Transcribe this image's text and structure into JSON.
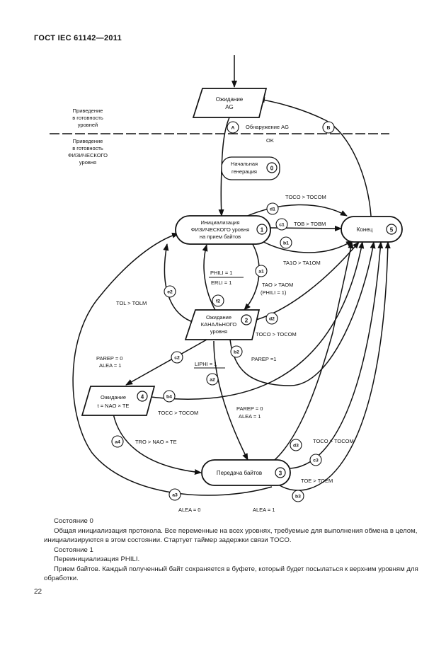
{
  "header": {
    "title": "ГОСТ IEC 61142—2011"
  },
  "diagram": {
    "zone_labels": {
      "upper": [
        "Приведение",
        "в готовность",
        "уровней"
      ],
      "lower": [
        "Приведение",
        "в готовность",
        "ФИЗИЧЕСКОГО",
        "уровня"
      ]
    },
    "states": {
      "ag": {
        "lines": [
          "Ожидание",
          "AG"
        ]
      },
      "s0": {
        "lines": [
          "Начальная",
          "генерация"
        ],
        "num": "0"
      },
      "s1": {
        "lines": [
          "Инициализация",
          "ФИЗИЧЕСКОГО уровня",
          "на прием байтов"
        ],
        "num": "1"
      },
      "s2": {
        "lines": [
          "Ожидание",
          "КАНАЛЬНОГО",
          "уровня"
        ],
        "num": "2"
      },
      "s4": {
        "lines": [
          "Ожидание",
          "t = NAO × TE"
        ],
        "num": "4"
      },
      "s3": {
        "lines": [
          "Передача байтов"
        ],
        "num": "3"
      },
      "s5": {
        "lines": [
          "Конец"
        ],
        "num": "5"
      }
    },
    "transitions": {
      "A": "A",
      "B": "B",
      "d1": "d1",
      "c1": "c1",
      "b1": "b1",
      "a1": "a1",
      "f2": "f2",
      "e2": "e2",
      "d2": "d2",
      "b2": "b2",
      "c2": "c2",
      "a2": "a2",
      "b4": "b4",
      "a4": "a4",
      "d3": "d3",
      "c3": "c3",
      "b3": "b3",
      "a3": "a3"
    },
    "labels": {
      "detect_ag": "Обнаружение AG",
      "ok": "OK",
      "toco_tocom_1": "TOCO > TOCOM",
      "tob_tobm": "TOB > TOBM",
      "ta1o_ta1om": "TA1O > TA1OM",
      "phili": "PHILI = 1",
      "erli": "ERLI = 1",
      "tao_taom": "TAO > TAOM",
      "phili_paren": "(PHILI = 1)",
      "tol_tolm": "TOL > TOLM",
      "toco_tocom_2": "TOCO > TOCOM",
      "parep1": "PAREP =1",
      "parep0_a": "PAREP = 0",
      "alea1_a": "ALEA = 1",
      "liphi": "LIPHI = 1",
      "toco_tocom_3": "TOCC > TOCOM",
      "parep0_b": "PAREP = 0",
      "alea1_b": "ALEA = 1",
      "tro": "TRO > NAO × TE",
      "toco_tocom_4": "TOCO > TOCOM",
      "toe_toem": "TOE > TOEM",
      "alea0": "ALEA = 0",
      "alea1_c": "ALEA = 1"
    }
  },
  "body_text": {
    "p1": "Состояние  0",
    "p2": "Общая инициализация протокола. Все переменные на всех уровнях, требуемые для  выполнения обмена в целом, инициализируются в этом состоянии. Стартует таймер задержки связи  TOCO.",
    "p3": "Состояние  1",
    "p4": "Переинициализация PHILI.",
    "p5": "Прием байтов. Каждый полученный байт  сохраняется в буфете, который будет  посылаться к верхним уровням для  обработки."
  },
  "page_number": "22"
}
